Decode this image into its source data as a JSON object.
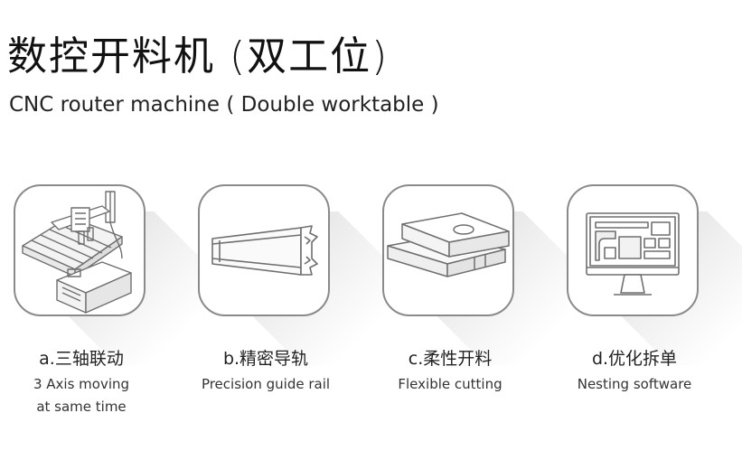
{
  "header": {
    "title_cn": "数控开料机 (双工位)",
    "title_en": "CNC router machine ( Double worktable )"
  },
  "features": [
    {
      "label_cn": "a.三轴联动",
      "label_en_line1": "3 Axis moving",
      "label_en_line2": "at same time",
      "icon": "cnc-machine-icon"
    },
    {
      "label_cn": "b.精密导轨",
      "label_en_line1": "Precision guide rail",
      "label_en_line2": "",
      "icon": "guide-rail-icon"
    },
    {
      "label_cn": "c.柔性开料",
      "label_en_line1": "Flexible cutting",
      "label_en_line2": "",
      "icon": "cutting-blocks-icon"
    },
    {
      "label_cn": "d.优化拆单",
      "label_en_line1": "Nesting software",
      "label_en_line2": "",
      "icon": "monitor-icon"
    }
  ],
  "colors": {
    "tile_border": "#8a8a8a",
    "line_art": "#6f6f6f",
    "text": "#222222"
  }
}
